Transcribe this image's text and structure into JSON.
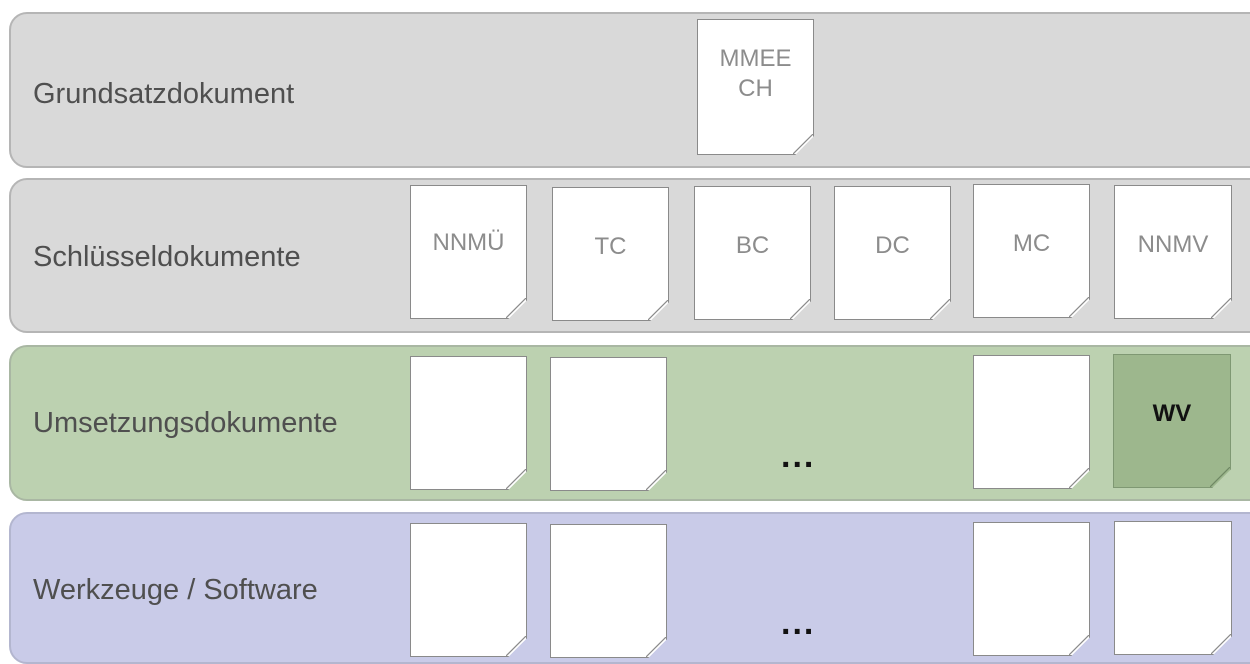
{
  "bands": [
    {
      "label": "Grundsatzdokument",
      "documents": [
        "MMEE\nCH"
      ]
    },
    {
      "label": "Schlüsseldokumente",
      "documents": [
        "NNMÜ",
        "TC",
        "BC",
        "DC",
        "MC",
        "NNMV"
      ]
    },
    {
      "label": "Umsetzungsdokumente",
      "documents": [
        "",
        "",
        "",
        "WV"
      ],
      "ellipsis": "..."
    },
    {
      "label": "Werkzeuge / Software",
      "documents": [
        "",
        "",
        "",
        ""
      ],
      "ellipsis": "..."
    }
  ],
  "colors": {
    "grundsatz": "#d9d9d9",
    "schluessel": "#d9d9d9",
    "umsetzung": "#bcd1b0",
    "werkzeuge": "#c9cbe8",
    "highlight_doc": "#9db78d"
  }
}
